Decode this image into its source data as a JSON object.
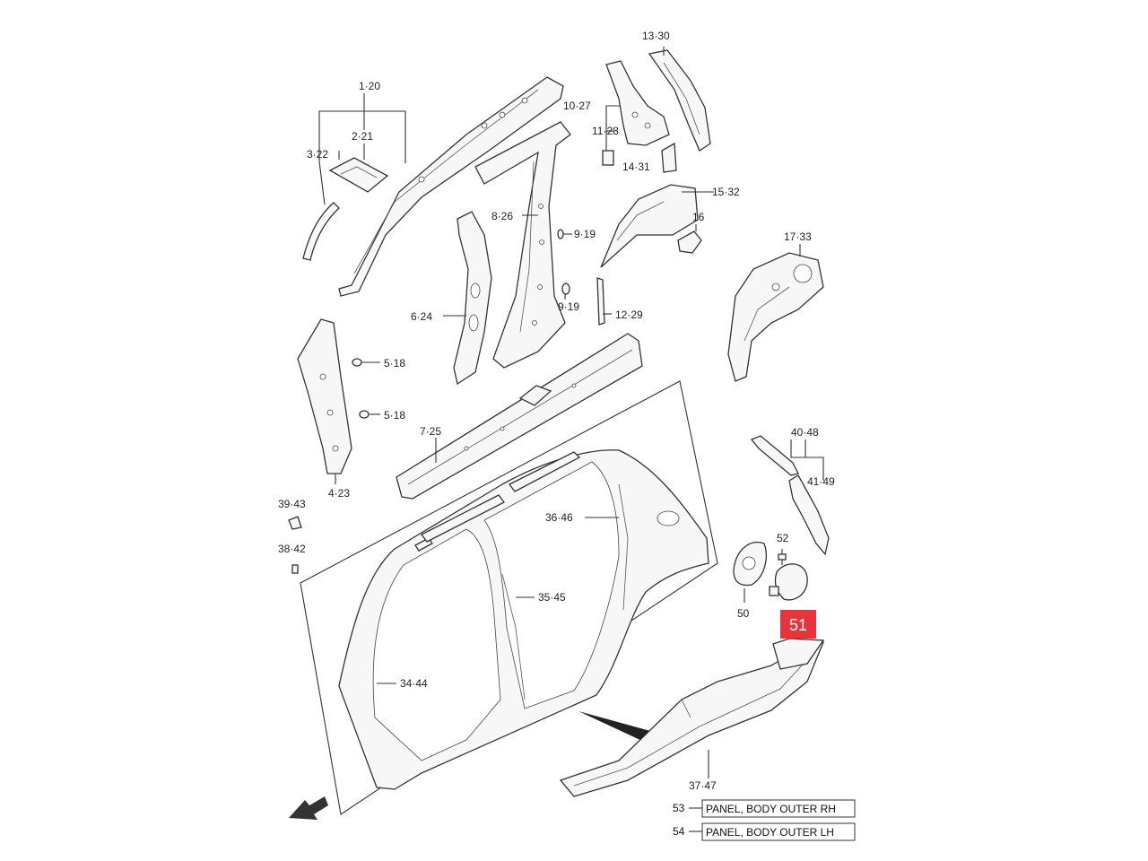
{
  "labels": {
    "l1_20": "1·20",
    "l2_21": "2·21",
    "l3_22": "3·22",
    "l4_23": "4·23",
    "l5_18a": "5·18",
    "l5_18b": "5·18",
    "l6_24": "6·24",
    "l7_25": "7·25",
    "l8_26": "8·26",
    "l9_19a": "9·19",
    "l9_19b": "9·19",
    "l10_27": "10·27",
    "l11_28": "11·28",
    "l12_29": "12·29",
    "l13_30": "13·30",
    "l14_31": "14·31",
    "l15_32": "15·32",
    "l16": "16",
    "l17_33": "17·33",
    "l34_44": "34·44",
    "l35_45": "35·45",
    "l36_46": "36·46",
    "l37_47": "37·47",
    "l38_42": "38·42",
    "l39_43": "39·43",
    "l40_48": "40·48",
    "l41_49": "41·49",
    "l50": "50",
    "l52": "52"
  },
  "highlight": {
    "number": "51",
    "color": "#e8323c"
  },
  "legend": [
    {
      "number": "53",
      "text": "PANEL, BODY OUTER RH"
    },
    {
      "number": "54",
      "text": "PANEL, BODY OUTER LH"
    }
  ]
}
